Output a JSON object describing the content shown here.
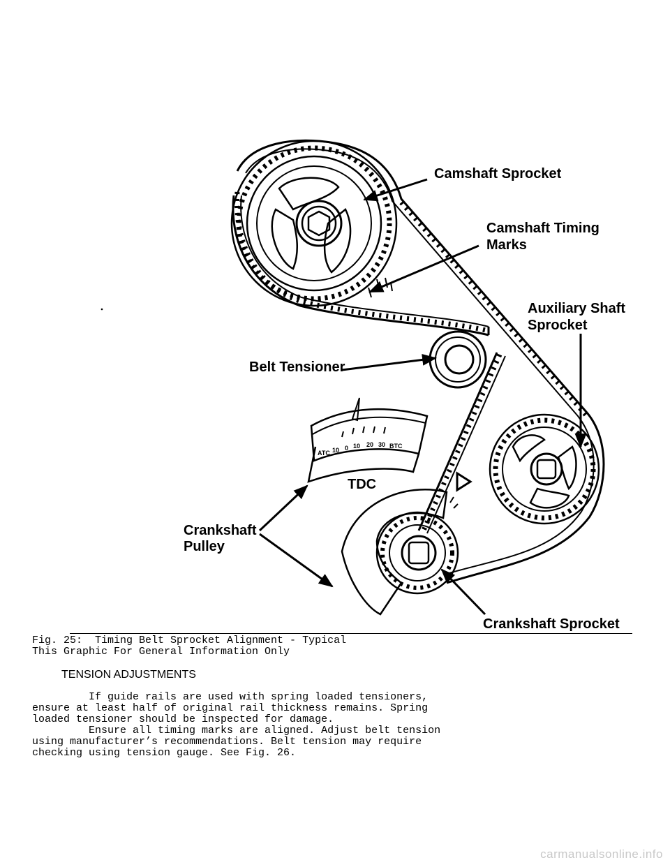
{
  "figure": {
    "labels": {
      "camshaft_sprocket": "Camshaft Sprocket",
      "camshaft_timing_1": "Camshaft Timing",
      "camshaft_timing_2": "Marks",
      "auxiliary_1": "Auxiliary Shaft",
      "auxiliary_2": "Sprocket",
      "belt_tensioner": "Belt Tensioner",
      "tdc": "TDC",
      "crankshaft_pulley_1": "Crankshaft",
      "crankshaft_pulley_2": "Pulley",
      "crankshaft_sprocket": "Crankshaft Sprocket"
    },
    "scale_marks": [
      "ATC",
      "10",
      "0",
      "10",
      "20",
      "30",
      "BTC"
    ]
  },
  "caption": {
    "line1": "Fig. 25:  Timing Belt Sprocket Alignment - Typical",
    "line2": "This Graphic For General Information Only"
  },
  "section": {
    "heading": "TENSION ADJUSTMENTS",
    "paragraph": "         If guide rails are used with spring loaded tensioners,\nensure at least half of original rail thickness remains. Spring\nloaded tensioner should be inspected for damage.\n         Ensure all timing marks are aligned. Adjust belt tension\nusing manufacturer’s recommendations. Belt tension may require\nchecking using tension gauge. See Fig. 26."
  },
  "watermark": "carmanualsonline.info"
}
